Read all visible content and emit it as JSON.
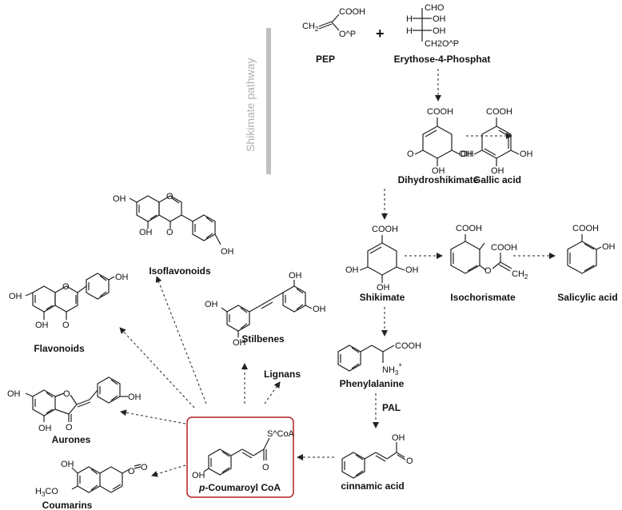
{
  "side_label": "Shikimate pathway",
  "compounds": {
    "pep": "PEP",
    "e4p": "Erythose-4-Phosphat",
    "dihydroshikimate": "Dihydroshikimate",
    "gallic": "Gallic acid",
    "shikimate": "Shikimate",
    "isochorismate": "Isochorismate",
    "salicylic": "Salicylic acid",
    "phenylalanine": "Phenylalanine",
    "cinnamic": "cinnamic acid",
    "coumaroyl_italic": "p",
    "coumaroyl_rest": "-Coumaroyl CoA",
    "isoflavonoids": "Isoflavonoids",
    "flavonoids": "Flavonoids",
    "stilbenes": "Stilbenes",
    "lignans": "Lignans",
    "aurones": "Aurones",
    "coumarins": "Coumarins"
  },
  "enzymes": {
    "pal": "PAL"
  },
  "plus_sign": "+",
  "atoms": {
    "cooh": "COOH",
    "cho": "CHO",
    "oh": "OH",
    "h": "H",
    "o": "O",
    "ch2": "CH",
    "ch2o": "CH",
    "o_p": "O^P",
    "h2o_p": "2O^P",
    "sub2": "2",
    "nh3": "NH",
    "sub3": "3",
    "plus": "+",
    "s_coa": "S^CoA",
    "h3c": "H",
    "c_o": "C",
    "o_methoxy": "O"
  },
  "colors": {
    "accent_box": "#b22222",
    "sidebar": "#c0c0c0"
  }
}
